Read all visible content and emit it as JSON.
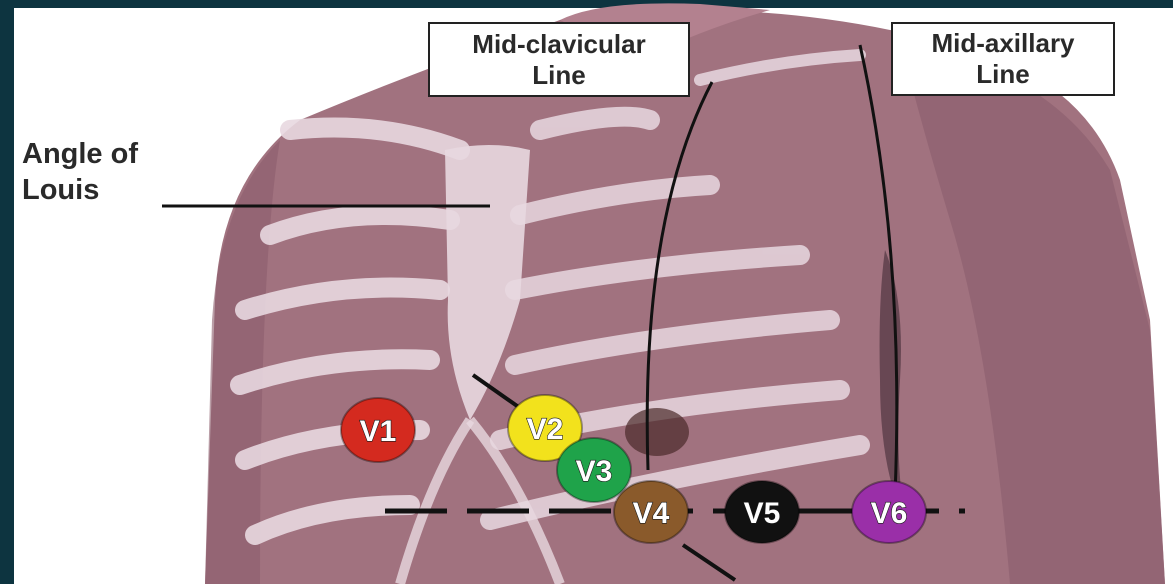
{
  "labels": {
    "mid_clavicular_line_1": "Mid-clavicular",
    "mid_clavicular_line_2": "Line",
    "mid_axillary_line_1": "Mid-axillary",
    "mid_axillary_line_2": "Line",
    "angle_of_louis_1": "Angle of",
    "angle_of_louis_2": "Louis"
  },
  "electrodes": [
    {
      "id": "V1",
      "label": "V1",
      "color": "#d42a1f"
    },
    {
      "id": "V2",
      "label": "V2",
      "color": "#f2e21c"
    },
    {
      "id": "V3",
      "label": "V3",
      "color": "#1fa34a"
    },
    {
      "id": "V4",
      "label": "V4",
      "color": "#8a5a2b"
    },
    {
      "id": "V5",
      "label": "V5",
      "color": "#111111"
    },
    {
      "id": "V6",
      "label": "V6",
      "color": "#9a2fa8"
    }
  ],
  "colors": {
    "skin": "#a1727f",
    "skin_dark": "#8c5e6c",
    "rib": "#e8d8e0",
    "frame": "#0d3440"
  }
}
